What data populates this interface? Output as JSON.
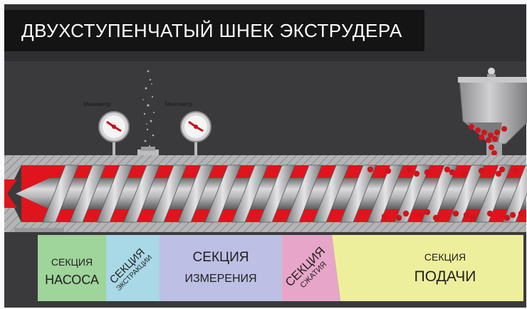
{
  "title": "ДВУХСТУПЕНЧАТЫЙ ШНЕК ЭКСТРУДЕРА",
  "gauges": [
    {
      "label": "Манометр"
    },
    {
      "label": "Манометр"
    }
  ],
  "sections": [
    {
      "line1": "СЕКЦИЯ",
      "line2": "НАСОСА",
      "color": "#9fd49a"
    },
    {
      "line1": "СЕКЦИЯ",
      "line2": "ЭКСТРАКЦИИ",
      "color": "#a9d8e6"
    },
    {
      "line1": "СЕКЦИЯ",
      "line2": "ИЗМЕРЕНИЯ",
      "color": "#bdbfe4"
    },
    {
      "line1": "СЕКЦИЯ",
      "line2": "СЖАТИЯ",
      "color": "#e7a6c9"
    },
    {
      "line1": "СЕКЦИЯ",
      "line2": "ПОДАЧИ",
      "color": "#eeef9c"
    }
  ],
  "colors": {
    "barrel_background": "#3a3a3c",
    "melt": "#e0141c",
    "barrel_metal": "#a9a9ab"
  }
}
